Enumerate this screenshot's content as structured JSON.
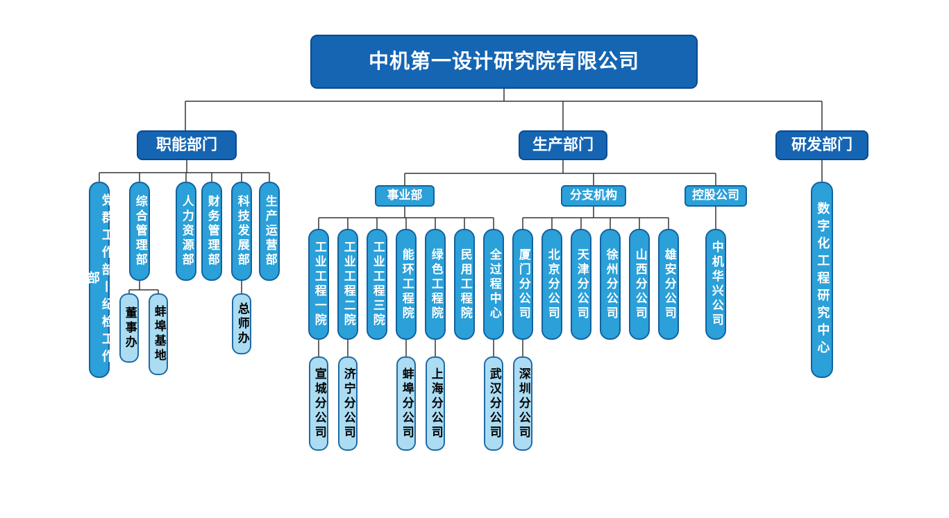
{
  "title": "中机第一设计研究院有限公司",
  "branches": {
    "functional": {
      "label": "职能部门",
      "departments": [
        "党群工作部—纪检工作部",
        "综合管理部",
        "人力资源部",
        "财务管理部",
        "科技发展部",
        "生产运营部"
      ],
      "offices": [
        "董事办",
        "蚌埠基地",
        "总师办"
      ]
    },
    "production": {
      "label": "生产部门",
      "groups": [
        {
          "label": "事业部",
          "units": [
            "工业工程一院",
            "工业工程二院",
            "工业工程三院",
            "能环工程院",
            "绿色工程院",
            "民用工程院",
            "全过程中心"
          ]
        },
        {
          "label": "分支机构",
          "units": [
            "厦门分公司",
            "北京分公司",
            "天津分公司",
            "徐州分公司",
            "山西分公司",
            "雄安分公司"
          ]
        },
        {
          "label": "控股公司",
          "units": [
            "中机华兴公司"
          ]
        }
      ],
      "subsidiaries": [
        "宣城分公司",
        "济宁分公司",
        "蚌埠分公司",
        "上海分公司",
        "武汉分公司",
        "深圳分公司"
      ]
    },
    "rnd": {
      "label": "研发部门",
      "units": [
        "数字化工程研究中心"
      ]
    }
  },
  "colors": {
    "dark_blue": "#1565b3",
    "medium_blue": "#2ba0d9",
    "light_blue": "#abdcf2",
    "dark_border": "#0a4a8e",
    "mid_border": "#13629f",
    "light_border": "#1f6aa5",
    "connector": "#333333"
  }
}
